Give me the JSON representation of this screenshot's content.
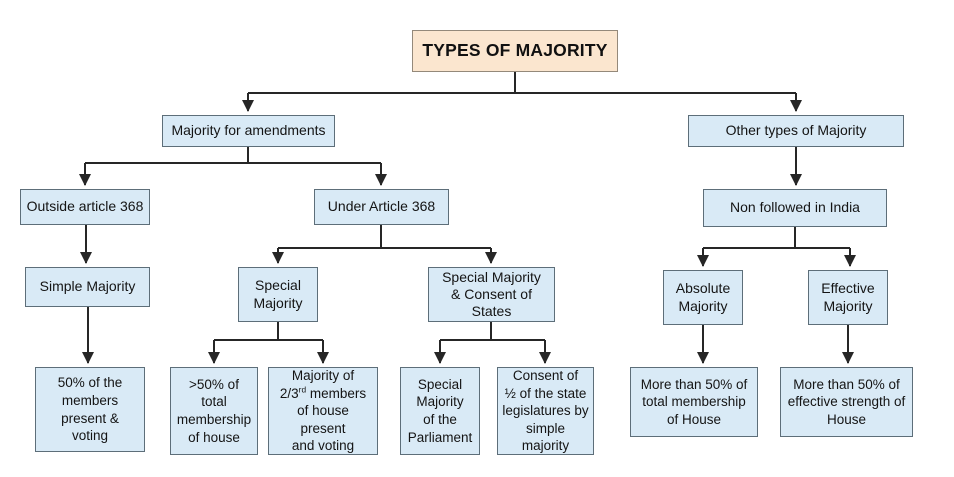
{
  "colors": {
    "title_fill": "#fbe6cf",
    "title_border": "#94897a",
    "node_fill": "#d9eaf6",
    "node_border": "#5d6e79",
    "line": "#262626"
  },
  "nodes": {
    "root": "TYPES OF MAJORITY",
    "majority_for_amendments": "Majority for amendments",
    "other_types_of_majority": "Other types of Majority",
    "outside_article_368": "Outside article 368",
    "under_article_368": "Under Article 368",
    "non_followed_in_india": "Non followed in India",
    "simple_majority": "Simple Majority",
    "special_majority": "Special\nMajority",
    "special_majority_consent": "Special Majority\n& Consent of States",
    "absolute_majority": "Absolute\nMajority",
    "effective_majority": "Effective\nMajority",
    "fifty_percent_members": "50% of the\nmembers\npresent &\nvoting",
    "gt50_total_membership": ">50% of\ntotal\nmembership\nof house",
    "majority_two_thirds": {
      "pre": "Majority of\n2/3",
      "sup": "rd",
      "post": " members\nof house present\nand voting"
    },
    "special_majority_parliament": "Special\nMajority\nof the\nParliament",
    "consent_half_states": "Consent of\n½ of the state\nlegislatures by\nsimple majority",
    "more_than_50_total": "More than 50% of\ntotal membership\nof House",
    "more_than_50_effective": "More than 50% of\neffective strength of\nHouse"
  }
}
